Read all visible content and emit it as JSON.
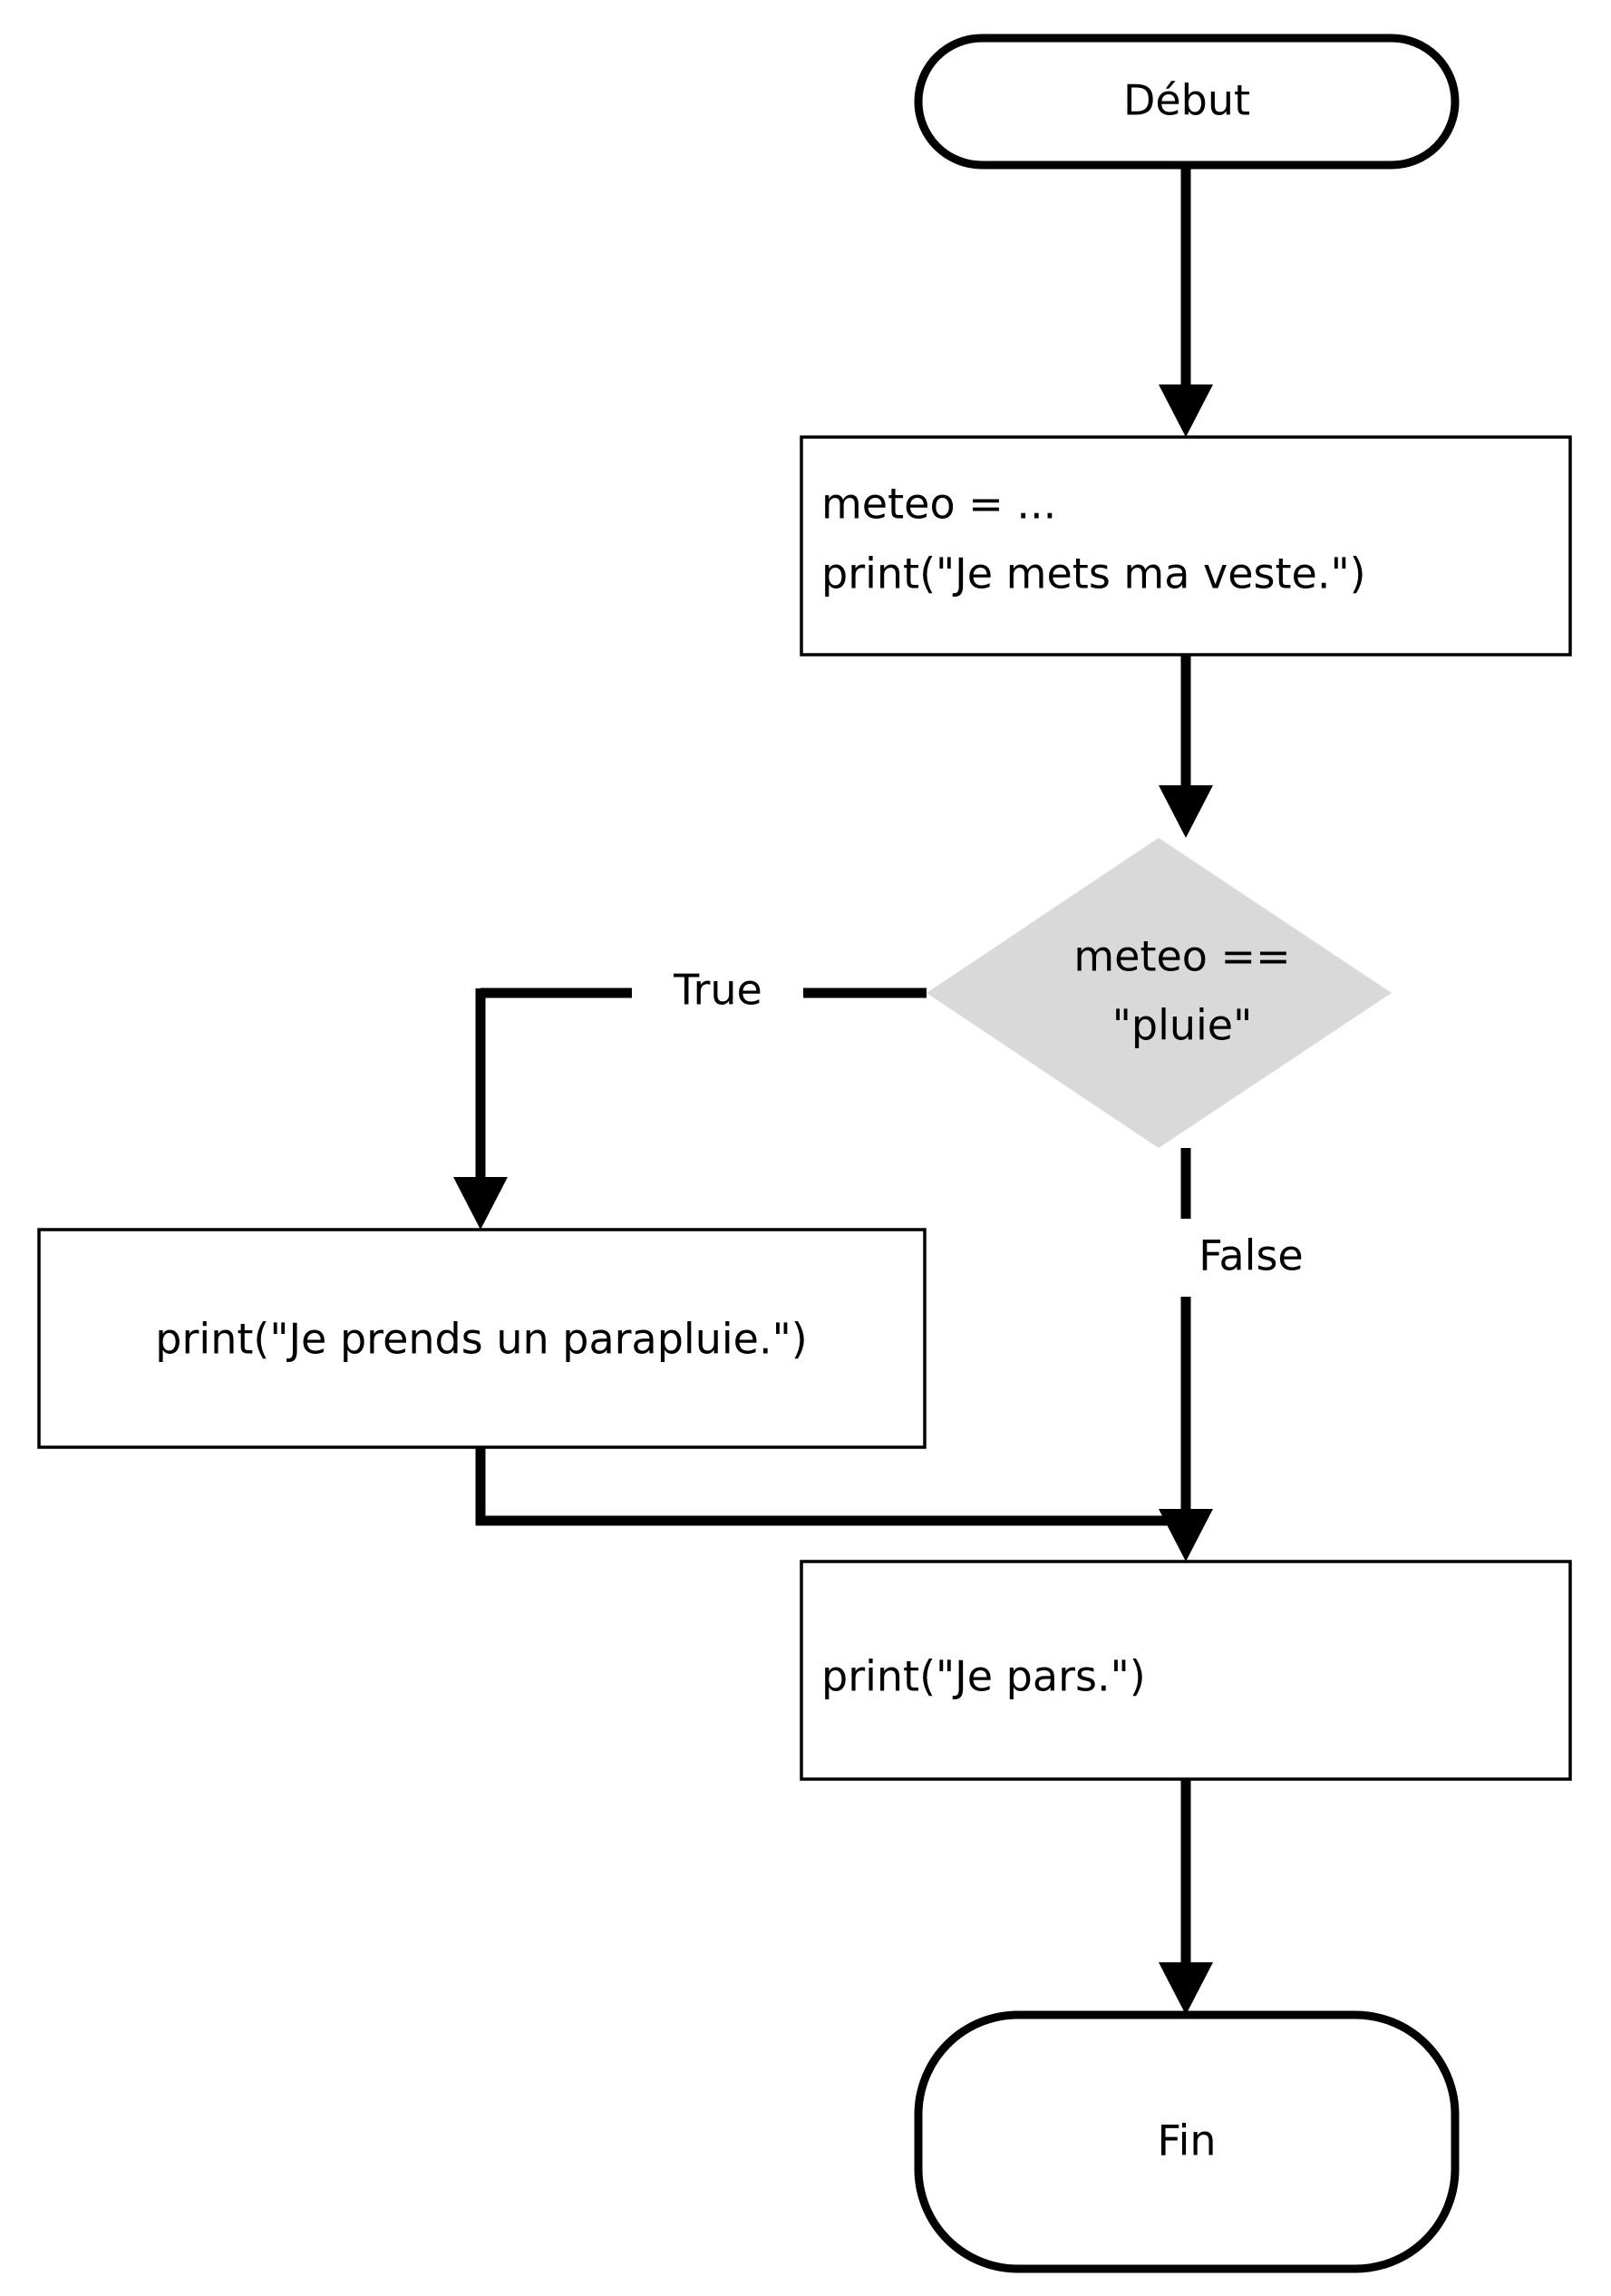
{
  "diagram": {
    "title": "Organigramme conditionnel meteo",
    "language": "fr",
    "colors": {
      "stroke": "#000000",
      "node_fill": "#ffffff",
      "decision_fill": "#d9d9d9",
      "text": "#000000",
      "background": "#ffffff"
    },
    "nodes": {
      "start": {
        "shape": "terminal",
        "label": "Début"
      },
      "init": {
        "shape": "process",
        "line1": "meteo = ...",
        "line2": "print(\"Je mets ma veste.\")"
      },
      "decision": {
        "shape": "decision",
        "line1": "meteo ==",
        "line2": "\"pluie\""
      },
      "umbrella": {
        "shape": "process",
        "label": "print(\"Je prends un parapluie.\")"
      },
      "leave": {
        "shape": "process",
        "label": "print(\"Je pars.\")"
      },
      "end": {
        "shape": "terminal",
        "label": "Fin"
      }
    },
    "edges": {
      "start_to_init": {
        "label": ""
      },
      "init_to_decision": {
        "label": ""
      },
      "decision_true": {
        "label": "True"
      },
      "decision_false": {
        "label": "False"
      },
      "umbrella_to_merge": {
        "label": ""
      },
      "leave_to_end": {
        "label": ""
      }
    }
  }
}
